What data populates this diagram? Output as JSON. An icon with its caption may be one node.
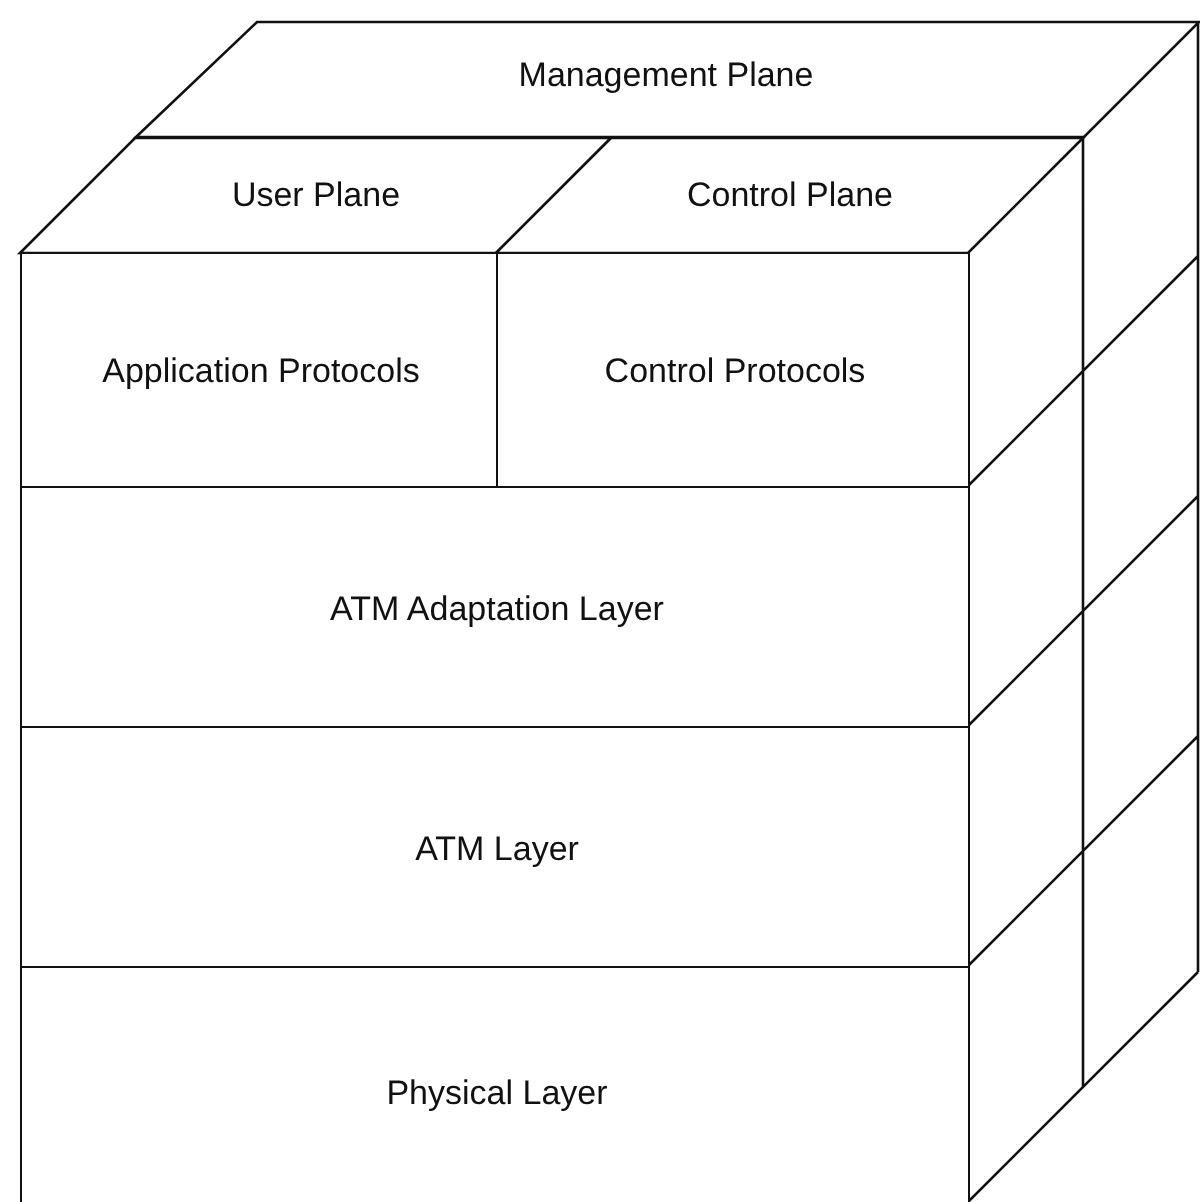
{
  "diagram": {
    "nodes": [
      {
        "text": [
          "Management Plane"
        ]
      },
      {
        "text": [
          "User Plane"
        ]
      },
      {
        "text": [
          "Control Plane"
        ]
      },
      {
        "text": [
          "Application Protocols"
        ]
      },
      {
        "text": [
          "Control Protocols"
        ]
      },
      {
        "text": [
          "ATM Adaptation Layer"
        ]
      },
      {
        "text": [
          "ATM Layer"
        ]
      },
      {
        "text": [
          "Physical Layer"
        ]
      }
    ]
  }
}
